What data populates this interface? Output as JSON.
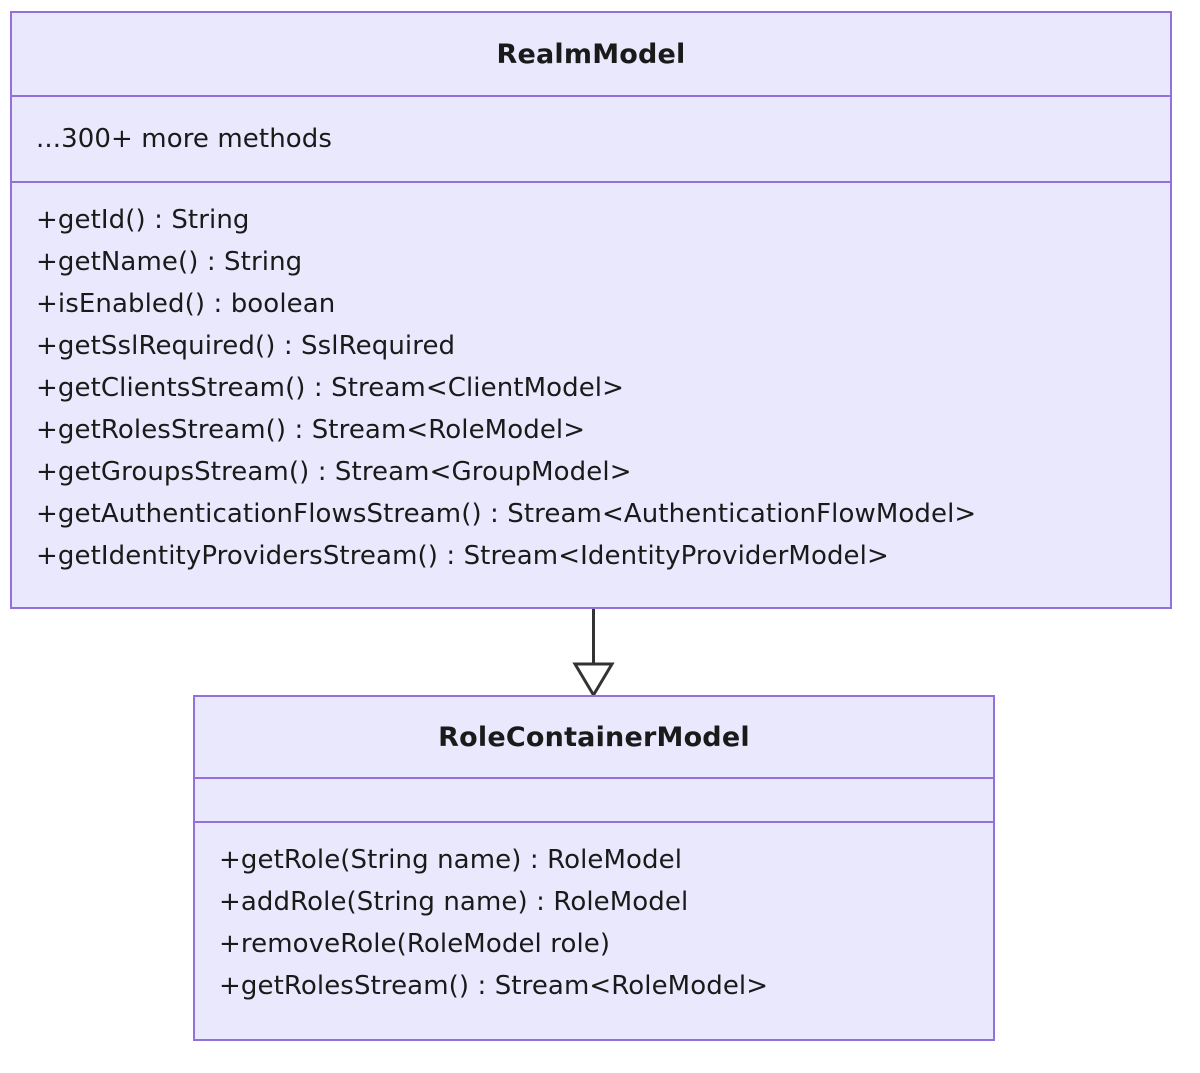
{
  "diagram": {
    "type": "uml-class-diagram",
    "background_color": "#ffffff",
    "class_border_color": "#9370db",
    "class_fill_color": "#e9e8fc",
    "connector_color": "#333333",
    "relationship": "generalization"
  },
  "classes": [
    {
      "name": "RealmModel",
      "attributes": [
        "...300+ more methods"
      ],
      "methods": [
        "+getId() : String",
        "+getName() : String",
        "+isEnabled() : boolean",
        "+getSslRequired() : SslRequired",
        "+getClientsStream() : Stream<ClientModel>",
        "+getRolesStream() : Stream<RoleModel>",
        "+getGroupsStream() : Stream<GroupModel>",
        "+getAuthenticationFlowsStream() : Stream<AuthenticationFlowModel>",
        "+getIdentityProvidersStream() : Stream<IdentityProviderModel>"
      ]
    },
    {
      "name": "RoleContainerModel",
      "attributes": [],
      "methods": [
        "+getRole(String name) : RoleModel",
        "+addRole(String name) : RoleModel",
        "+removeRole(RoleModel role)",
        "+getRolesStream() : Stream<RoleModel>"
      ]
    }
  ]
}
